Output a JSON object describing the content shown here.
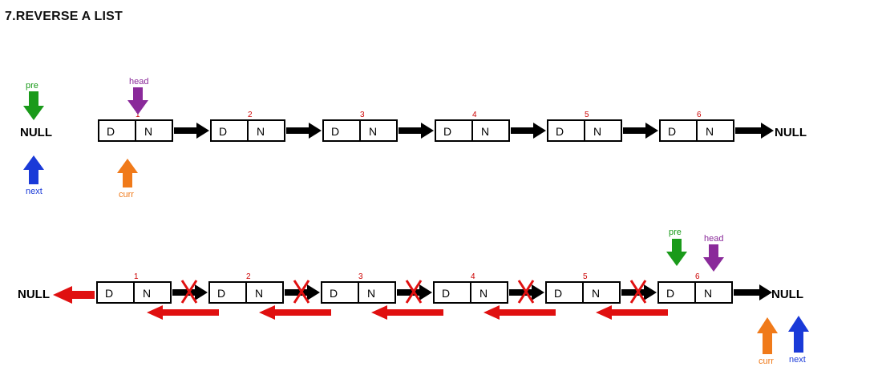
{
  "title": "7.REVERSE A LIST",
  "colors": {
    "pre": "#1a9a1a",
    "head": "#8a2a9a",
    "next": "#1a3ad8",
    "curr": "#f07a1a",
    "reverse": "#e01010",
    "index": "#cc0000"
  },
  "before": {
    "null_left": "NULL",
    "null_right": "NULL",
    "nodes": [
      {
        "index": "1",
        "data": "D",
        "next": "N"
      },
      {
        "index": "2",
        "data": "D",
        "next": "N"
      },
      {
        "index": "3",
        "data": "D",
        "next": "N"
      },
      {
        "index": "4",
        "data": "D",
        "next": "N"
      },
      {
        "index": "5",
        "data": "D",
        "next": "N"
      },
      {
        "index": "6",
        "data": "D",
        "next": "N"
      }
    ],
    "pointers": {
      "pre": "pre",
      "head": "head",
      "next": "next",
      "curr": "curr"
    }
  },
  "after": {
    "null_left": "NULL",
    "null_right": "NULL",
    "nodes": [
      {
        "index": "1",
        "data": "D",
        "next": "N"
      },
      {
        "index": "2",
        "data": "D",
        "next": "N"
      },
      {
        "index": "3",
        "data": "D",
        "next": "N"
      },
      {
        "index": "4",
        "data": "D",
        "next": "N"
      },
      {
        "index": "5",
        "data": "D",
        "next": "N"
      },
      {
        "index": "6",
        "data": "D",
        "next": "N"
      }
    ],
    "pointers": {
      "pre": "pre",
      "head": "head",
      "next": "next",
      "curr": "curr"
    }
  }
}
